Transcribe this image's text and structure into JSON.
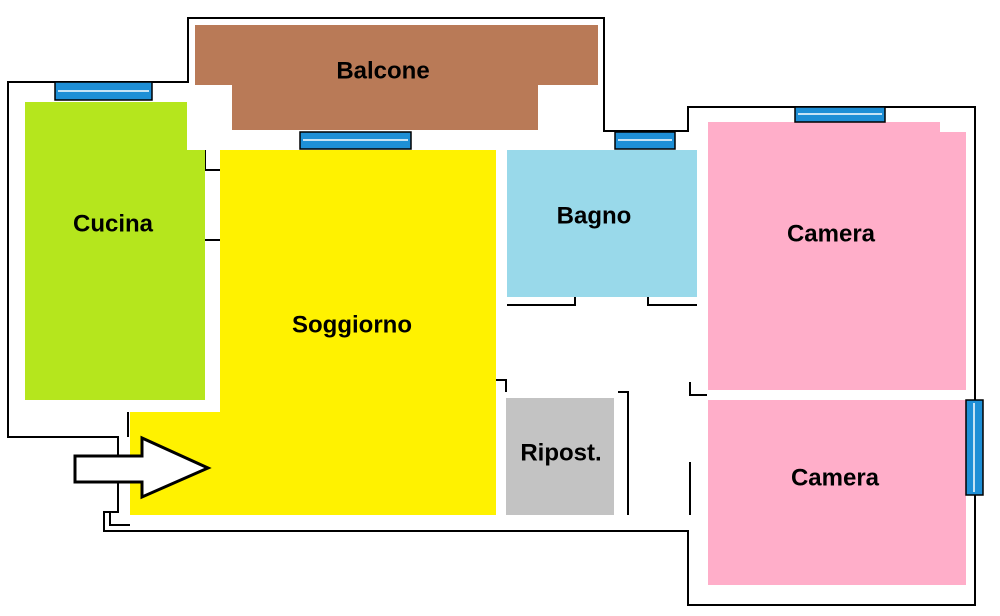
{
  "colors": {
    "wall": "#000000",
    "background": "#ffffff",
    "window": "#1e8fd6"
  },
  "rooms": [
    {
      "id": "balcone",
      "label": "Balcone",
      "color": "#b97a57"
    },
    {
      "id": "cucina",
      "label": "Cucina",
      "color": "#b5e61d"
    },
    {
      "id": "soggiorno",
      "label": "Soggiorno",
      "color": "#fff200"
    },
    {
      "id": "bagno",
      "label": "Bagno",
      "color": "#99d9ea"
    },
    {
      "id": "camera1",
      "label": "Camera",
      "color": "#ffaec9"
    },
    {
      "id": "camera2",
      "label": "Camera",
      "color": "#ffaec9"
    },
    {
      "id": "ripost",
      "label": "Ripost.",
      "color": "#c3c3c3"
    }
  ]
}
